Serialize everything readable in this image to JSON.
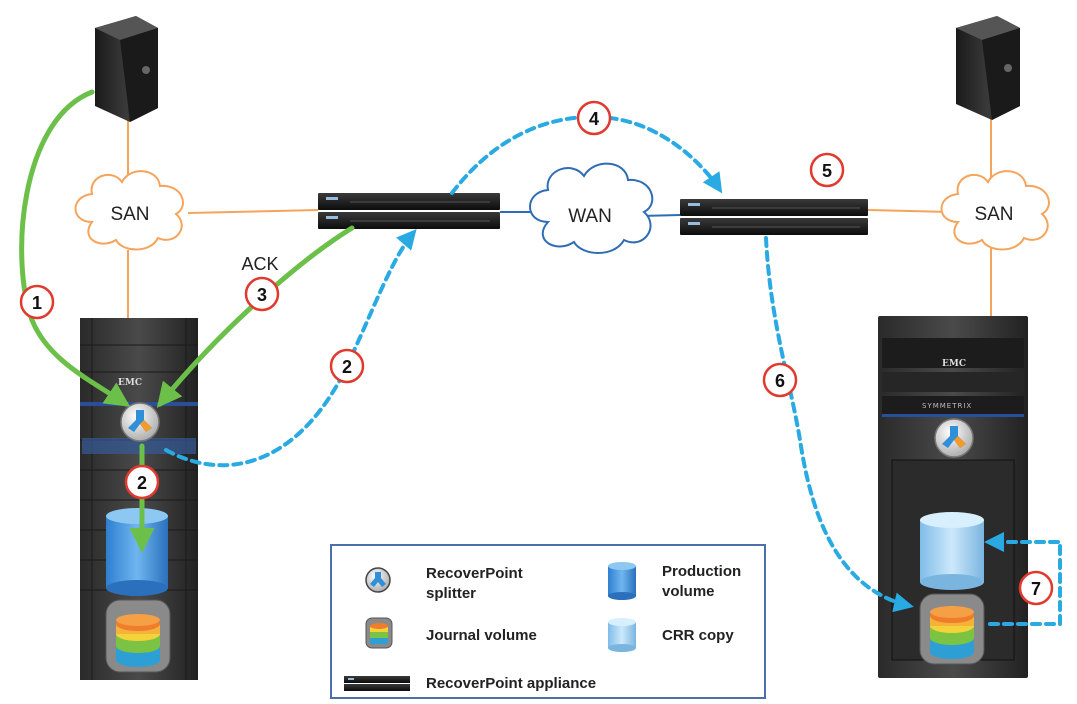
{
  "clouds": {
    "san_left": "SAN",
    "san_right": "SAN",
    "wan": "WAN"
  },
  "ack_label": "ACK",
  "steps": {
    "s1": "1",
    "s2_left": "2",
    "s2_mid": "2",
    "s3": "3",
    "s4": "4",
    "s5": "5",
    "s6": "6",
    "s7": "7"
  },
  "storage": {
    "left_brand": "EMC",
    "right_brand": "EMC",
    "right_model": "SYMMETRIX"
  },
  "legend": {
    "splitter_line1": "RecoverPoint",
    "splitter_line2": "splitter",
    "production_line1": "Production",
    "production_line2": "volume",
    "journal": "Journal volume",
    "crr": "CRR copy",
    "appliance": "RecoverPoint appliance"
  },
  "colors": {
    "local_write_path": "#6cc04a",
    "replication_path": "#29aae2",
    "san_link": "#f5a45c",
    "wan_link": "#2e6db5",
    "step_marker": "#e03a2f"
  }
}
